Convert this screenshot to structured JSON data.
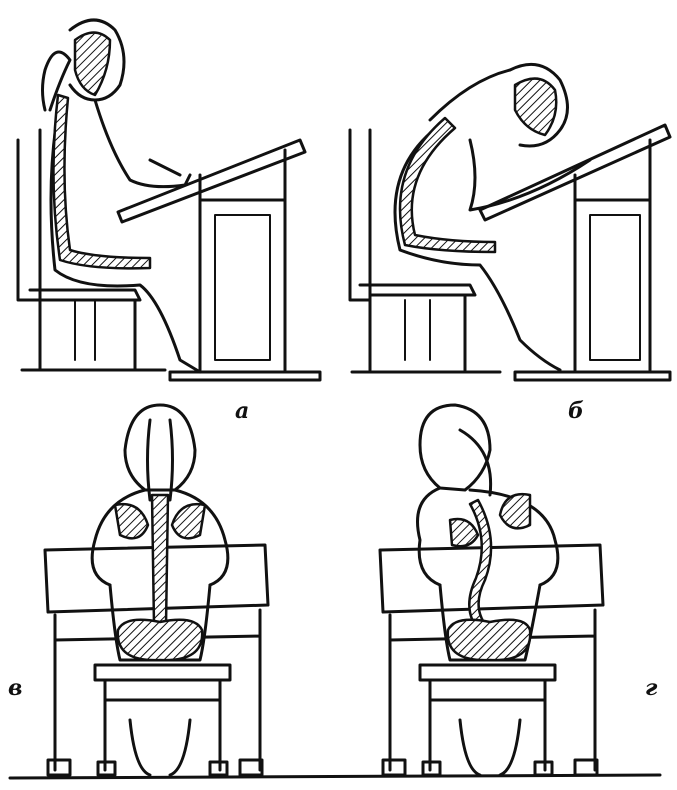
{
  "panels": [
    {
      "id": "a",
      "label": "а"
    },
    {
      "id": "b",
      "label": "б"
    },
    {
      "id": "v",
      "label": "в"
    },
    {
      "id": "g",
      "label": "г"
    }
  ],
  "colors": {
    "ink": "#111111",
    "background": "#ffffff"
  }
}
